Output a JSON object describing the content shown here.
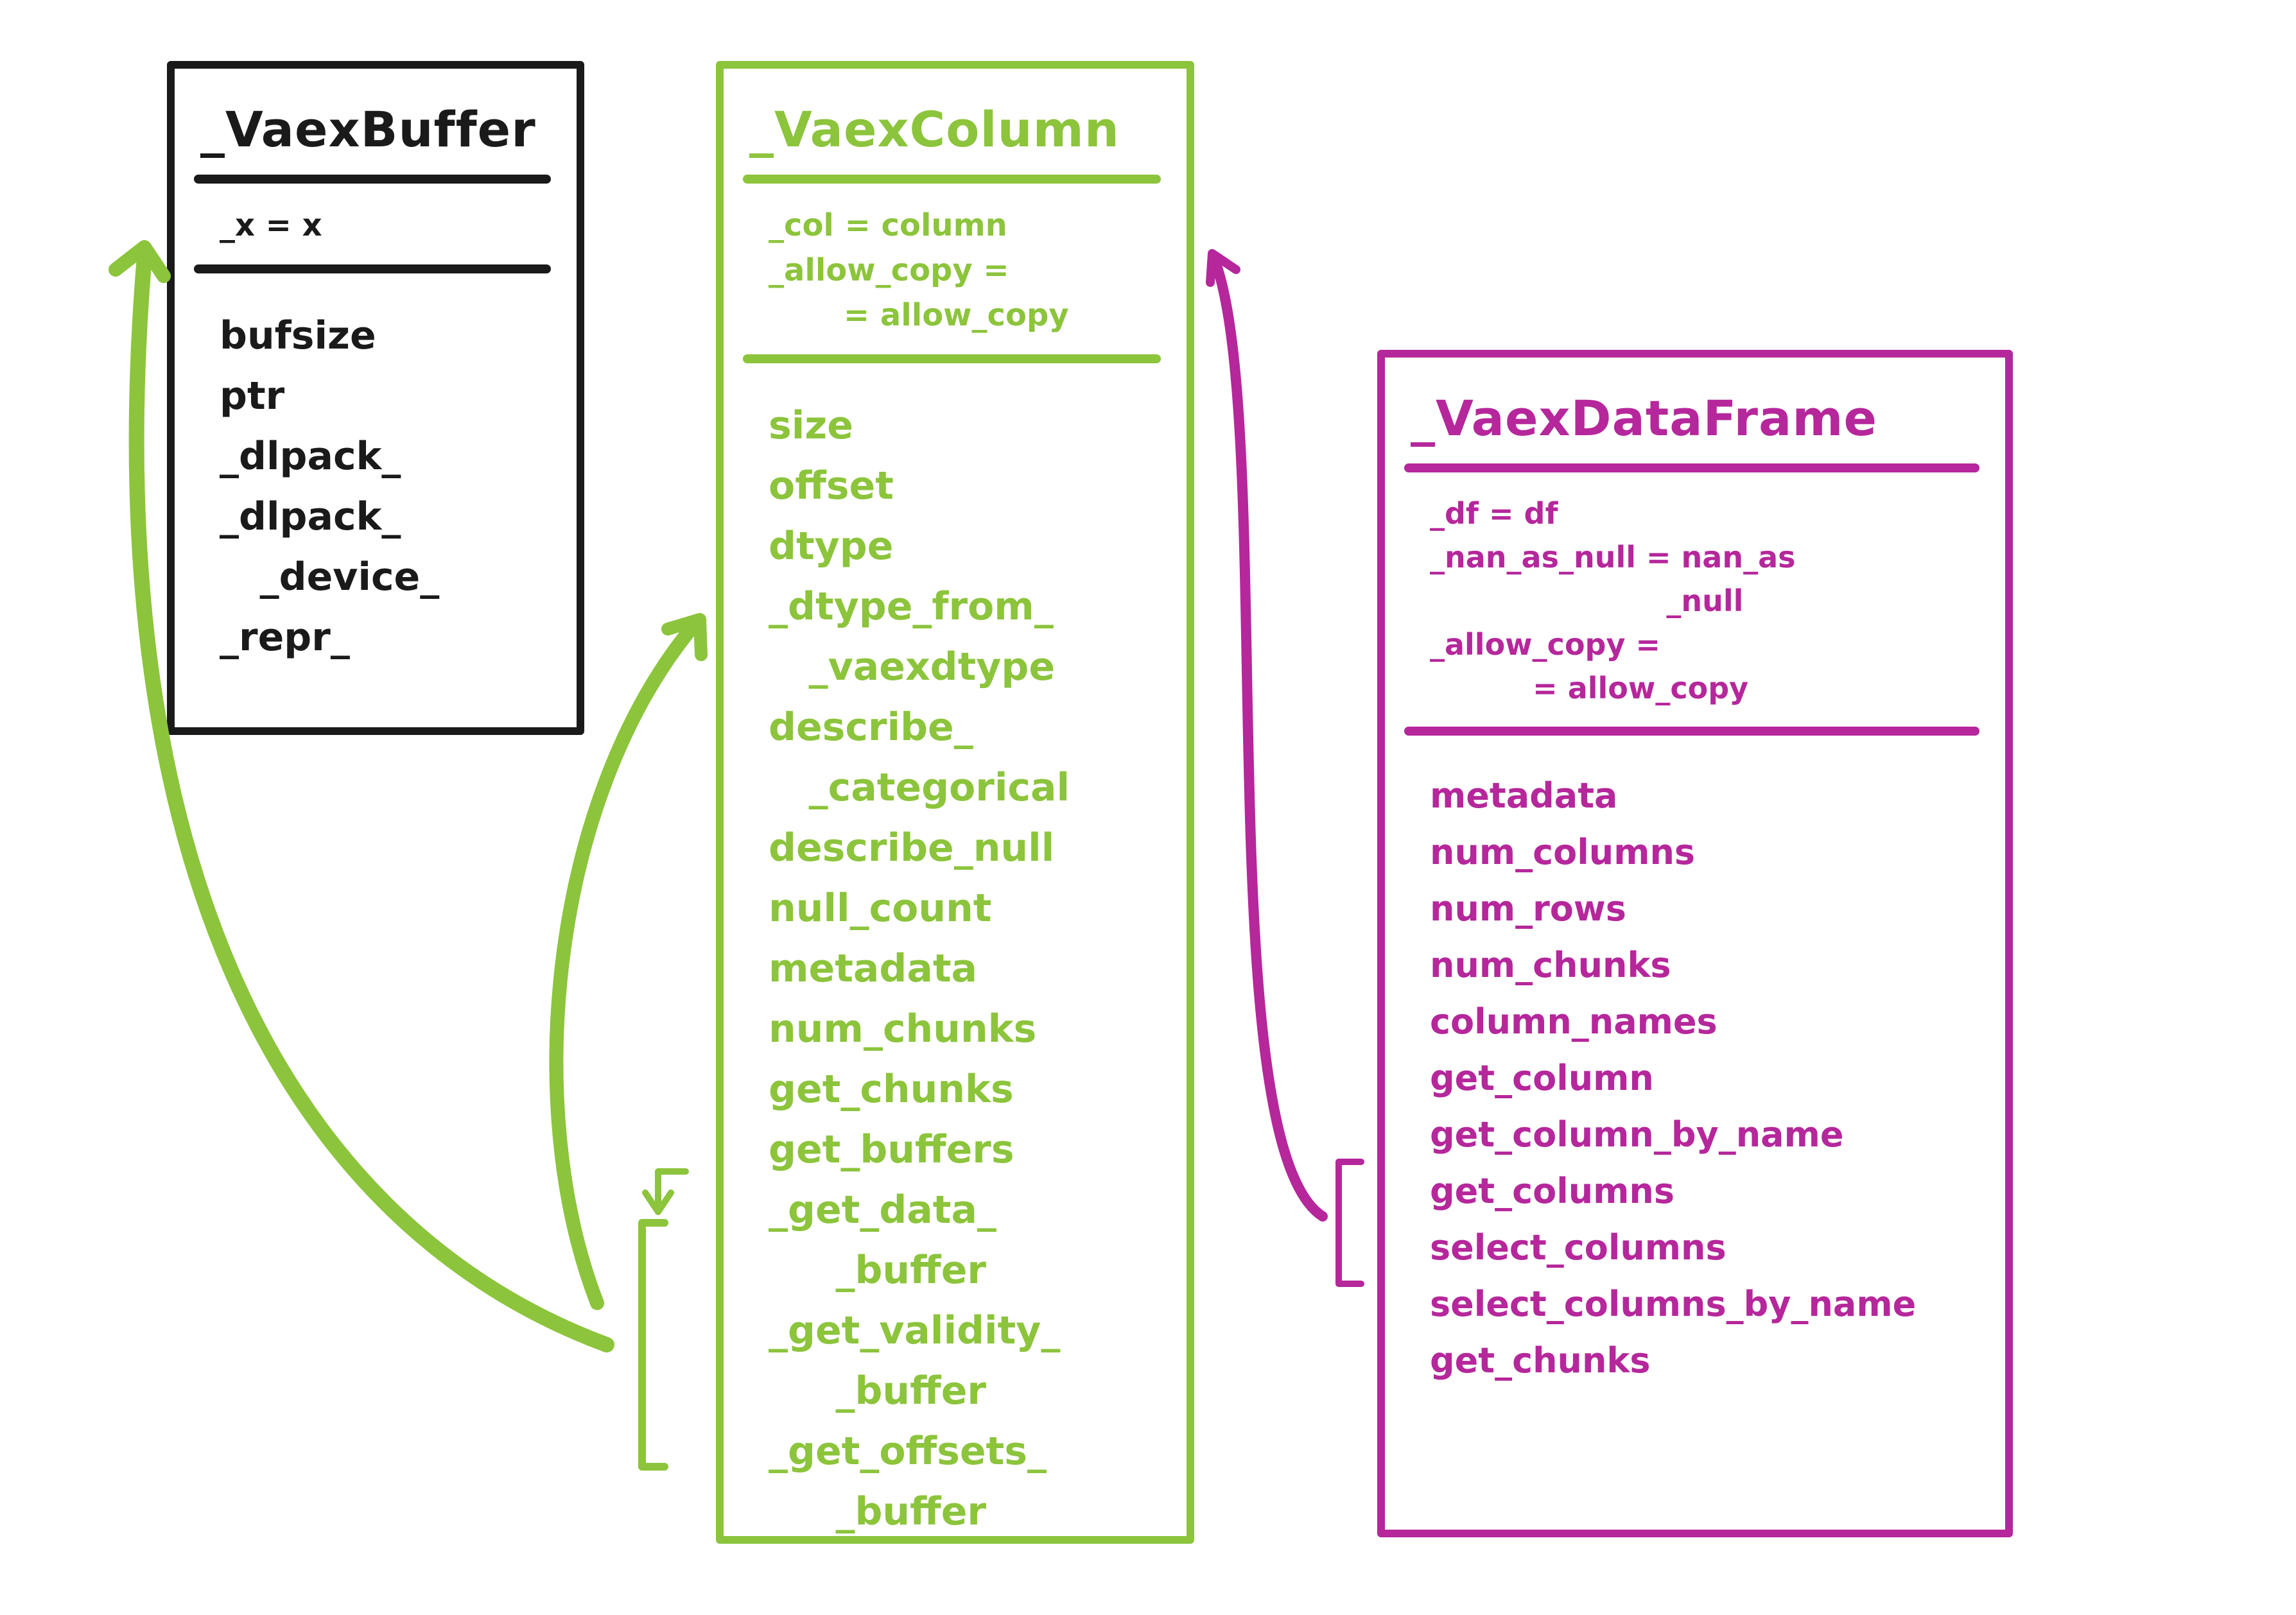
{
  "colors": {
    "buffer": "#1a1a1a",
    "column": "#8cc43c",
    "frame": "#b5279b"
  },
  "buffer": {
    "title": "_VaexBuffer",
    "attributes": [
      "_x = x"
    ],
    "methods": [
      "bufsize",
      "ptr",
      "_dlpack_",
      "_dlpack_\n   _device_",
      "_repr_"
    ]
  },
  "column": {
    "title": "_VaexColumn",
    "attributes": [
      "_col = column",
      "_allow_copy =",
      "       = allow_copy"
    ],
    "methods": [
      "size",
      "offset",
      "dtype",
      "_dtype_from_\n   _vaexdtype",
      "describe_\n   _categorical",
      "describe_null",
      "null_count",
      "metadata",
      "num_chunks",
      "get_chunks",
      "get_buffers",
      "_get_data_\n     _buffer",
      "_get_validity_\n     _buffer",
      "_get_offsets_\n     _buffer"
    ]
  },
  "frame": {
    "title": "_VaexDataFrame",
    "attributes": [
      "_df = df",
      "_nan_as_null = nan_as\n                       _null",
      "_allow_copy =\n          = allow_copy"
    ],
    "methods": [
      "metadata",
      "num_columns",
      "num_rows",
      "num_chunks",
      "column_names",
      "get_column",
      "get_column_by_name",
      "get_columns",
      "select_columns",
      "select_columns_by_name",
      "get_chunks"
    ]
  }
}
